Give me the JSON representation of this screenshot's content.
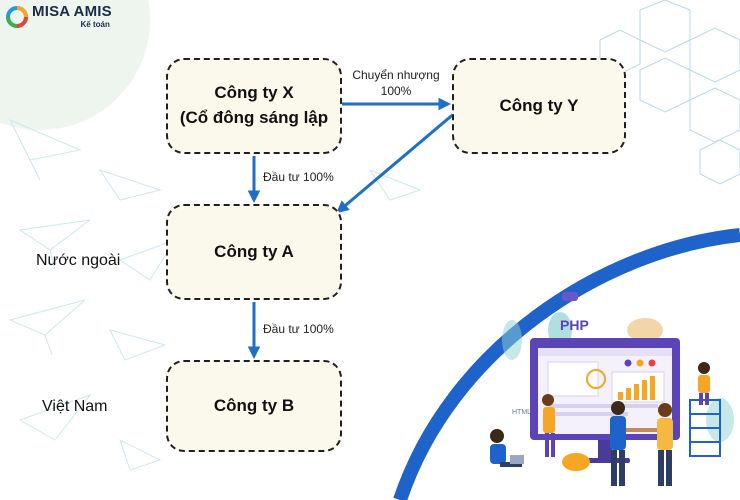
{
  "logo": {
    "brand": "MISA AMIS",
    "product": "Kế toán"
  },
  "diagram": {
    "company_x": {
      "line1": "Công ty X",
      "line2": "(Cổ đông sáng lập"
    },
    "company_y": "Công ty Y",
    "company_a": "Công ty A",
    "company_b": "Công ty B",
    "transfer_label": "Chuyển nhượng 100%",
    "invest_x_a": "Đầu tư 100%",
    "invest_a_b": "Đầu tư 100%",
    "region_foreign": "Nước ngoài",
    "region_vietnam": "Việt Nam"
  },
  "illustration": {
    "php_text": "PHP",
    "html_text": "HTML"
  },
  "colors": {
    "arrow": "#1f6fc5",
    "box_fill": "#fbf8ec",
    "accent_blue": "#1d63c9",
    "screen_purple": "#5b43b8",
    "circle_bg": "#eef5ee"
  }
}
